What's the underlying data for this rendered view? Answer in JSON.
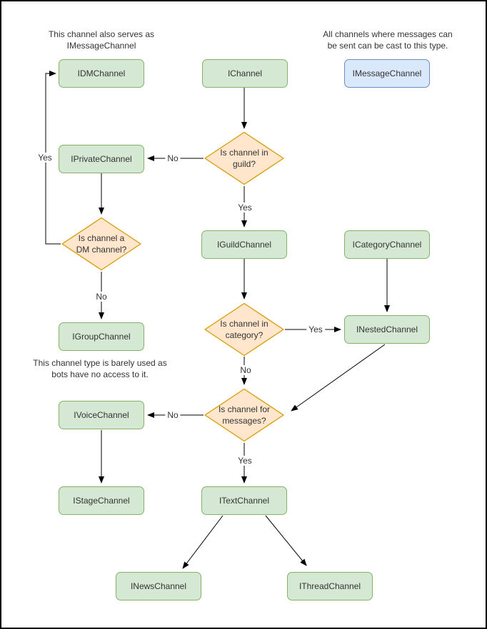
{
  "colors": {
    "node_fill": "#d5e8d4",
    "node_border": "#82b366",
    "highlight_fill": "#dae8fc",
    "highlight_border": "#6c8ebf",
    "decision_fill": "#ffe6cc",
    "decision_border": "#d79b00",
    "edge": "#000000",
    "text": "#333333",
    "background": "#ffffff",
    "frame_border": "#000000"
  },
  "nodes": {
    "idm_channel": {
      "label": "IDMChannel"
    },
    "i_channel": {
      "label": "IChannel"
    },
    "imessage_channel": {
      "label": "IMessageChannel"
    },
    "iprivate_channel": {
      "label": "IPrivateChannel"
    },
    "iguild_channel": {
      "label": "IGuildChannel"
    },
    "icategory_channel": {
      "label": "ICategoryChannel"
    },
    "igroup_channel": {
      "label": "IGroupChannel"
    },
    "inested_channel": {
      "label": "INestedChannel"
    },
    "ivoice_channel": {
      "label": "IVoiceChannel"
    },
    "istage_channel": {
      "label": "IStageChannel"
    },
    "itext_channel": {
      "label": "ITextChannel"
    },
    "inews_channel": {
      "label": "INewsChannel"
    },
    "ithread_channel": {
      "label": "IThreadChannel"
    }
  },
  "decisions": {
    "in_guild": {
      "label": "Is channel in guild?"
    },
    "is_dm": {
      "label": "Is channel a DM channel?"
    },
    "in_category": {
      "label": "Is channel in category?"
    },
    "for_messages": {
      "label": "Is channel for messages?"
    }
  },
  "edge_labels": {
    "guild_no": "No",
    "guild_yes": "Yes",
    "dm_yes": "Yes",
    "dm_no": "No",
    "category_yes": "Yes",
    "category_no": "No",
    "messages_no": "No",
    "messages_yes": "Yes"
  },
  "notes": {
    "dm_serves": {
      "lines": [
        "This channel also serves as",
        "IMessageChannel"
      ]
    },
    "message_cast": {
      "lines": [
        "All channels where messages can",
        "be sent can be cast to this type."
      ]
    },
    "group_barely_used": {
      "lines": [
        "This channel type is barely used as",
        "bots have no access to it."
      ]
    }
  }
}
